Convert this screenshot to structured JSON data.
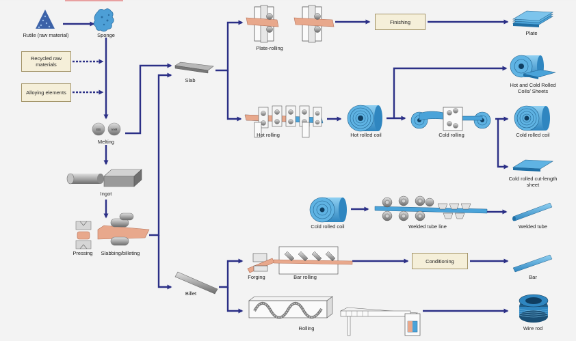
{
  "labels": {
    "rutile": "Rutile (raw material)",
    "sponge": "Sponge",
    "melting": "Melting",
    "eb": "EB",
    "var": "VAR",
    "ingot": "Ingot",
    "pressing": "Pressing",
    "slabbing": "Slabbing/billeting",
    "slab": "Slab",
    "billet": "Billet",
    "plate_rolling": "Plate-rolling",
    "plate": "Plate",
    "hot_rolling": "Hot rolling",
    "hot_rolled_coil": "Hot rolled coil",
    "cold_rolling": "Cold rolling",
    "hot_cold_coils": "Hot and Cold Rolled Coils/ Sheets",
    "cold_rolled_coil_out": "Cold rolled coil",
    "cold_cut_sheet": "Cold rolled cut-length sheet",
    "cold_rolled_coil_in": "Cold rolled coil",
    "welded_tube_line": "Welded tube line",
    "welded_tube": "Welded tube",
    "forging": "Forging",
    "bar_rolling": "Bar rolling",
    "bar": "Bar",
    "rolling": "Rolling",
    "wire_rod": "Wire rod"
  },
  "boxes": {
    "recycled": "Recycled raw materials",
    "alloying": "Alloying elements",
    "finishing": "Finishing",
    "conditioning": "Conditioning"
  },
  "colors": {
    "arrow": "#2b2f86",
    "box_fill": "#f5efd9",
    "box_border": "#a39468",
    "product_blue": "#4aa3d9",
    "heated_pink": "#e8a88c"
  }
}
